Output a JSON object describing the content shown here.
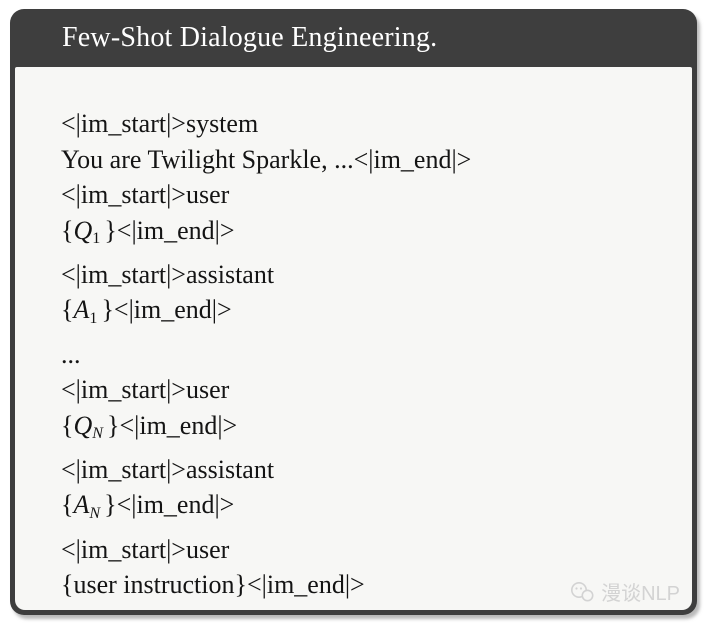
{
  "header": {
    "title": "Few-Shot Dialogue Engineering."
  },
  "prompt": {
    "lines": [
      [
        {
          "t": "<|im_start|>system",
          "s": "plain"
        }
      ],
      [
        {
          "t": "You are Twilight Sparkle, ...<|im_end|>",
          "s": "plain"
        }
      ],
      [
        {
          "t": "<|im_start|>user",
          "s": "plain"
        }
      ],
      [
        {
          "t": "{",
          "s": "plain"
        },
        {
          "t": "Q",
          "s": "var"
        },
        {
          "t": "1",
          "s": "sub"
        },
        {
          "t": "}<|im_end|>",
          "s": "plain"
        }
      ],
      [
        {
          "t": "<|im_start|>assistant",
          "s": "plain"
        }
      ],
      [
        {
          "t": "{",
          "s": "plain"
        },
        {
          "t": "A",
          "s": "var"
        },
        {
          "t": "1",
          "s": "sub"
        },
        {
          "t": "}<|im_end|>",
          "s": "plain"
        }
      ],
      [
        {
          "t": "...",
          "s": "plain"
        }
      ],
      [
        {
          "t": "<|im_start|>user",
          "s": "plain"
        }
      ],
      [
        {
          "t": "{",
          "s": "plain"
        },
        {
          "t": "Q",
          "s": "var"
        },
        {
          "t": "N",
          "s": "subvar"
        },
        {
          "t": "}<|im_end|>",
          "s": "plain"
        }
      ],
      [
        {
          "t": "<|im_start|>assistant",
          "s": "plain"
        }
      ],
      [
        {
          "t": "{",
          "s": "plain"
        },
        {
          "t": "A",
          "s": "var"
        },
        {
          "t": "N",
          "s": "subvar"
        },
        {
          "t": "}<|im_end|>",
          "s": "plain"
        }
      ],
      [
        {
          "t": "<|im_start|>user",
          "s": "plain"
        }
      ],
      [
        {
          "t": "{user instruction}<|im_end|>",
          "s": "plain"
        }
      ]
    ]
  },
  "watermark": {
    "text": "漫谈NLP",
    "icon": "chat-bubbles-icon"
  },
  "colors": {
    "header_bg": "#3e3e3e",
    "border": "#3e3e3e",
    "body_bg": "#f7f7f5",
    "title_text": "#ffffff",
    "body_text": "#141414",
    "watermark_text": "#d3d3d3"
  }
}
